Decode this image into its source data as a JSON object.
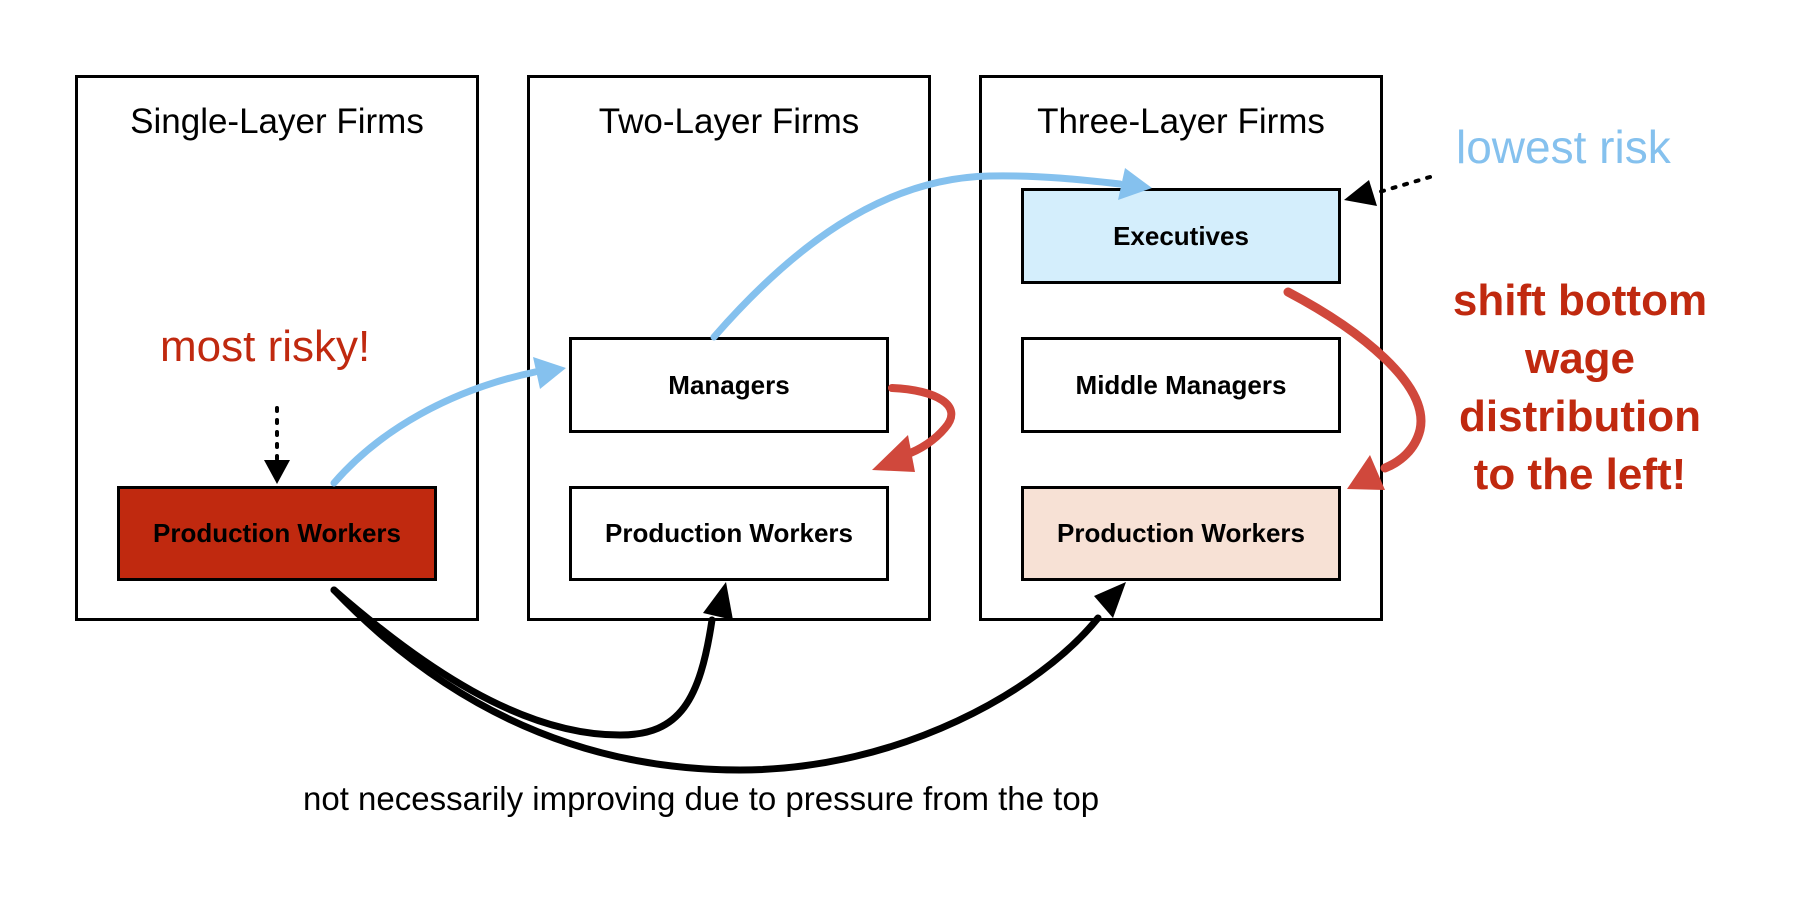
{
  "panels": {
    "single": {
      "title": "Single-Layer Firms",
      "boxes": {
        "production": "Production Workers"
      }
    },
    "two": {
      "title": "Two-Layer Firms",
      "boxes": {
        "managers": "Managers",
        "production": "Production Workers"
      }
    },
    "three": {
      "title": "Three-Layer Firms",
      "boxes": {
        "executives": "Executives",
        "middle": "Middle Managers",
        "production": "Production Workers"
      }
    }
  },
  "annotations": {
    "most_risky": "most risky!",
    "lowest_risk": "lowest risk",
    "shift_lines": [
      "shift bottom",
      "wage",
      "distribution",
      "to the left!"
    ],
    "bottom_note": "not necessarily improving due to pressure from the top"
  },
  "colors": {
    "risk_red": "#c0290f",
    "production_single_fill": "#c0290f",
    "executives_fill": "#d4eefc",
    "production_three_fill": "#f7e1d5",
    "blue_arrow": "#85c1ee",
    "red_arrow": "#d0483c",
    "black": "#000000"
  }
}
